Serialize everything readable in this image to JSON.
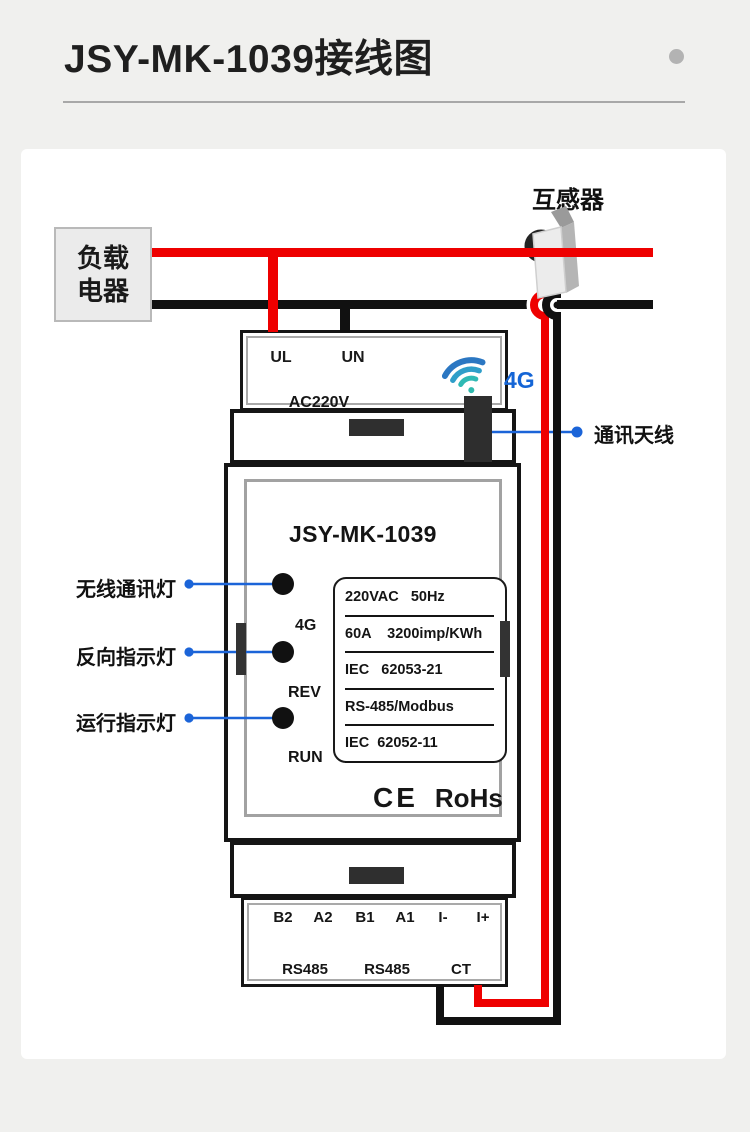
{
  "header": {
    "title": "JSY-MK-1039接线图"
  },
  "callouts": {
    "transformer": "互感器",
    "antenna": "通讯天线",
    "wireless_led": "无线通讯灯",
    "reverse_led": "反向指示灯",
    "run_led": "运行指示灯"
  },
  "load": {
    "line1": "负载",
    "line2": "电器"
  },
  "device": {
    "model": "JSY-MK-1039",
    "terminal_ul": "UL",
    "terminal_un": "UN",
    "ac_label": "AC220V",
    "wifi_badge": "4G",
    "led_4g": "4G",
    "led_rev": "REV",
    "led_run": "RUN",
    "specs": [
      "220VAC   50Hz",
      "60A    3200imp/KWh",
      "IEC   62053-21",
      "RS-485/Modbus",
      "IEC  62052-11"
    ],
    "cert_ce": "CE",
    "cert_rohs": "RoHs",
    "bottom_terminals": [
      "B2",
      "A2",
      "B1",
      "A1",
      "I-",
      "I+"
    ],
    "bottom_groups": [
      "RS485",
      "RS485",
      "CT"
    ]
  },
  "colors": {
    "wire_red": "#ee0000",
    "wire_black": "#111111",
    "callout_blue": "#1b64d8",
    "wifi_teal": "#2fb9b4",
    "wifi_blue": "#2b77c2"
  }
}
